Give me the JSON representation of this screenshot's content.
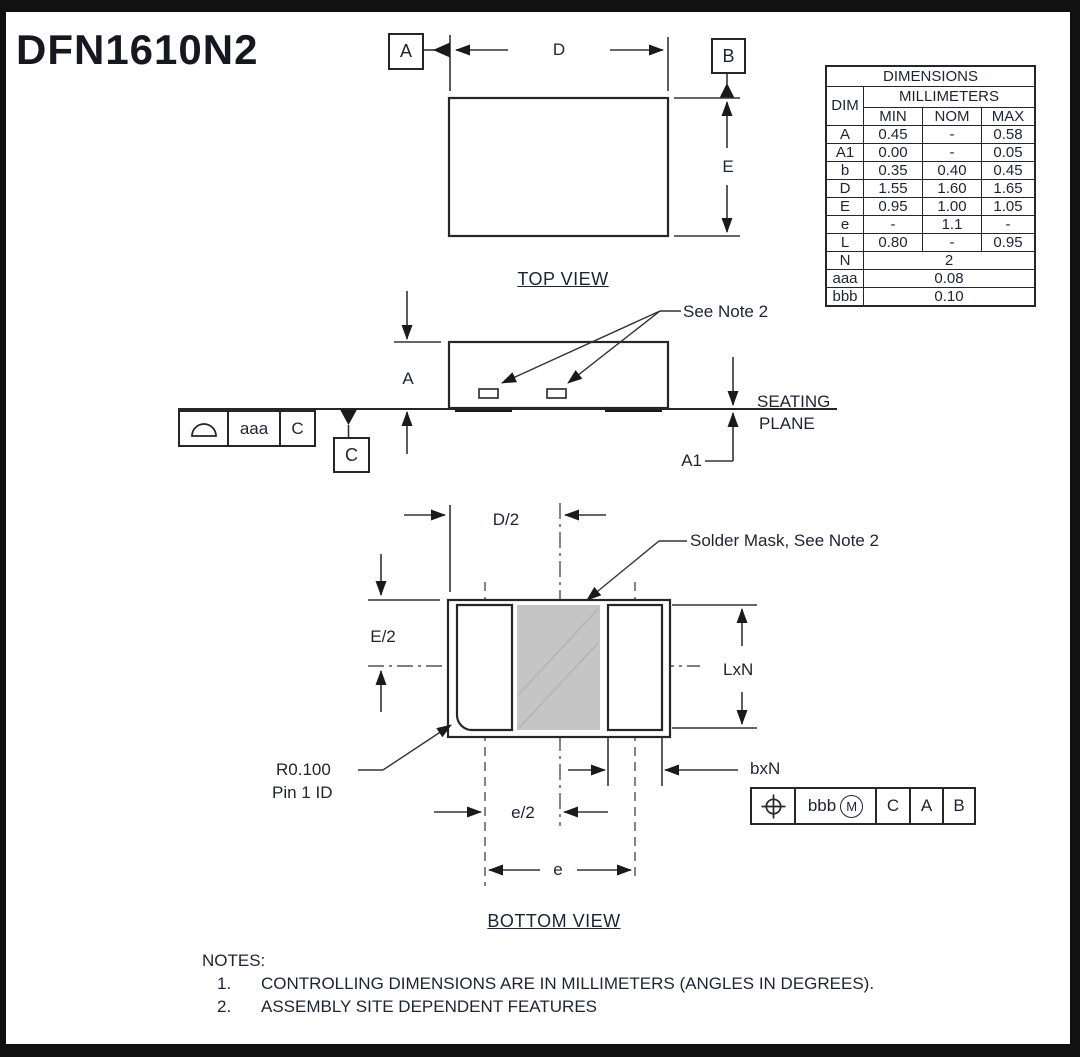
{
  "title": "DFN1610N2",
  "top_view": {
    "label": "TOP VIEW",
    "dim_d": "D",
    "dim_e": "E",
    "datum_a": "A",
    "datum_b": "B"
  },
  "side_view": {
    "dim_a": "A",
    "dim_a1": "A1",
    "see_note": "See Note 2",
    "seating_line1": "SEATING",
    "seating_line2": "PLANE",
    "fcf": {
      "tolerance": "aaa",
      "datum": "C"
    },
    "datum_c": "C"
  },
  "bottom_view": {
    "label": "BOTTOM VIEW",
    "d_half": "D/2",
    "e_half_cap": "E/2",
    "lxn": "LxN",
    "bxn": "bxN",
    "e_half": "e/2",
    "e_pitch": "e",
    "solder_mask_note": "Solder Mask, See Note 2",
    "radius": "R0.100",
    "pin1": "Pin 1 ID",
    "fcf": {
      "tolerance": "bbb",
      "modifier": "M",
      "datum1": "C",
      "datum2": "A",
      "datum3": "B"
    }
  },
  "dims_table": {
    "title": "DIMENSIONS",
    "dim_header": "DIM",
    "unit_header": "MILLIMETERS",
    "col_headers": [
      "MIN",
      "NOM",
      "MAX"
    ],
    "rows": [
      {
        "dim": "A",
        "min": "0.45",
        "nom": "-",
        "max": "0.58"
      },
      {
        "dim": "A1",
        "min": "0.00",
        "nom": "-",
        "max": "0.05"
      },
      {
        "dim": "b",
        "min": "0.35",
        "nom": "0.40",
        "max": "0.45"
      },
      {
        "dim": "D",
        "min": "1.55",
        "nom": "1.60",
        "max": "1.65"
      },
      {
        "dim": "E",
        "min": "0.95",
        "nom": "1.00",
        "max": "1.05"
      },
      {
        "dim": "e",
        "min": "-",
        "nom": "1.1",
        "max": "-"
      },
      {
        "dim": "L",
        "min": "0.80",
        "nom": "-",
        "max": "0.95"
      }
    ],
    "span_rows": [
      {
        "dim": "N",
        "value": "2"
      },
      {
        "dim": "aaa",
        "value": "0.08"
      },
      {
        "dim": "bbb",
        "value": "0.10"
      }
    ]
  },
  "notes": {
    "heading": "NOTES:",
    "items": [
      {
        "num": "1.",
        "text": "CONTROLLING DIMENSIONS ARE IN MILLIMETERS (ANGLES IN DEGREES)."
      },
      {
        "num": "2.",
        "text": "ASSEMBLY SITE DEPENDENT FEATURES"
      }
    ]
  },
  "colors": {
    "line": "#262626",
    "text": "#1c2433",
    "solder_mask": "#c5c5c5",
    "border": "#111111",
    "background": "#ffffff"
  }
}
